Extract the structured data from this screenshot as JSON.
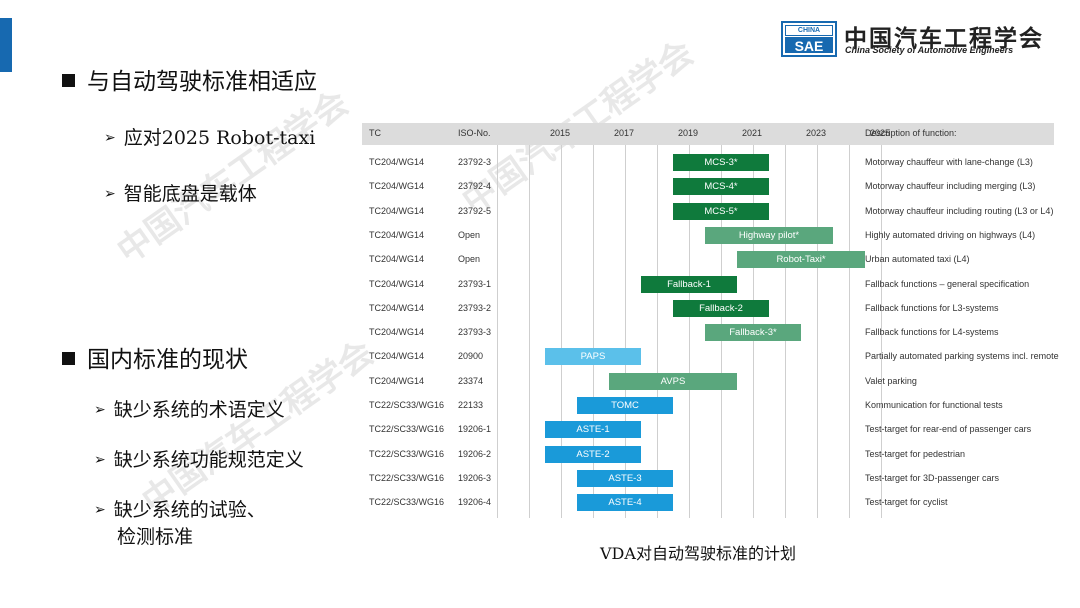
{
  "logo": {
    "badge_top": "CHINA",
    "badge_main": "SAE",
    "name_cn": "中国汽车工程学会",
    "name_en": "China Society of Automotive Engineers"
  },
  "watermark": "中国汽车工程学会",
  "sections": [
    {
      "title": "与自动驾驶标准相适应",
      "items": [
        "应对2025 Robot-taxi",
        "智能底盘是载体"
      ]
    },
    {
      "title": "国内标准的现状",
      "items": [
        "缺少系统的术语定义",
        "缺少系统功能规范定义",
        "缺少系统的试验、",
        "检测标准"
      ]
    }
  ],
  "chart_data": {
    "type": "table",
    "headers": {
      "tc": "TC",
      "iso": "ISO-No.",
      "desc": "Description of function:"
    },
    "years": [
      "2015",
      "2017",
      "2019",
      "2021",
      "2023",
      "2025"
    ],
    "colors": {
      "dark_green": "#0f7a3c",
      "light_green": "#5aa77d",
      "light_blue": "#5bc0ea",
      "blue": "#1a9ad9"
    },
    "rows": [
      {
        "tc": "TC204/WG14",
        "iso": "23792-3",
        "label": "MCS-3*",
        "start": 2019.5,
        "end": 2022.5,
        "color": "dark_green",
        "desc": "Motorway chauffeur with lane-change (L3)"
      },
      {
        "tc": "TC204/WG14",
        "iso": "23792-4",
        "label": "MCS-4*",
        "start": 2019.5,
        "end": 2022.5,
        "color": "dark_green",
        "desc": "Motorway chauffeur including merging (L3)"
      },
      {
        "tc": "TC204/WG14",
        "iso": "23792-5",
        "label": "MCS-5*",
        "start": 2019.5,
        "end": 2022.5,
        "color": "dark_green",
        "desc": "Motorway chauffeur including routing (L3 or L4)"
      },
      {
        "tc": "TC204/WG14",
        "iso": "Open",
        "label": "Highway pilot*",
        "start": 2020.5,
        "end": 2024.5,
        "color": "light_green",
        "desc": "Highly automated driving on highways (L4)"
      },
      {
        "tc": "TC204/WG14",
        "iso": "Open",
        "label": "Robot-Taxi*",
        "start": 2021.5,
        "end": 2025.5,
        "color": "light_green",
        "desc": "Urban automated taxi (L4)"
      },
      {
        "tc": "TC204/WG14",
        "iso": "23793-1",
        "label": "Fallback-1",
        "start": 2018.5,
        "end": 2021.5,
        "color": "dark_green",
        "desc": "Fallback functions – general specification"
      },
      {
        "tc": "TC204/WG14",
        "iso": "23793-2",
        "label": "Fallback-2",
        "start": 2019.5,
        "end": 2022.5,
        "color": "dark_green",
        "desc": "Fallback functions for L3-systems"
      },
      {
        "tc": "TC204/WG14",
        "iso": "23793-3",
        "label": "Fallback-3*",
        "start": 2020.5,
        "end": 2023.5,
        "color": "light_green",
        "desc": "Fallback functions for L4-systems"
      },
      {
        "tc": "TC204/WG14",
        "iso": "20900",
        "label": "PAPS",
        "start": 2015.5,
        "end": 2018.5,
        "color": "light_blue",
        "desc": "Partially automated parking systems incl. remote"
      },
      {
        "tc": "TC204/WG14",
        "iso": "23374",
        "label": "AVPS",
        "start": 2017.5,
        "end": 2021.5,
        "color": "light_green",
        "desc": "Valet parking"
      },
      {
        "tc": "TC22/SC33/WG16",
        "iso": "22133",
        "label": "TOMC",
        "start": 2016.5,
        "end": 2019.5,
        "color": "blue",
        "desc": "Kommunication for functional tests"
      },
      {
        "tc": "TC22/SC33/WG16",
        "iso": "19206-1",
        "label": "ASTE-1",
        "start": 2015.5,
        "end": 2018.5,
        "color": "blue",
        "desc": "Test-target for rear-end of passenger cars"
      },
      {
        "tc": "TC22/SC33/WG16",
        "iso": "19206-2",
        "label": "ASTE-2",
        "start": 2015.5,
        "end": 2018.5,
        "color": "blue",
        "desc": "Test-target for pedestrian"
      },
      {
        "tc": "TC22/SC33/WG16",
        "iso": "19206-3",
        "label": "ASTE-3",
        "start": 2016.5,
        "end": 2019.5,
        "color": "blue",
        "desc": "Test-target for 3D-passenger cars"
      },
      {
        "tc": "TC22/SC33/WG16",
        "iso": "19206-4",
        "label": "ASTE-4",
        "start": 2016.5,
        "end": 2019.5,
        "color": "blue",
        "desc": "Test-target for cyclist"
      }
    ]
  },
  "caption": "VDA对自动驾驶标准的计划"
}
